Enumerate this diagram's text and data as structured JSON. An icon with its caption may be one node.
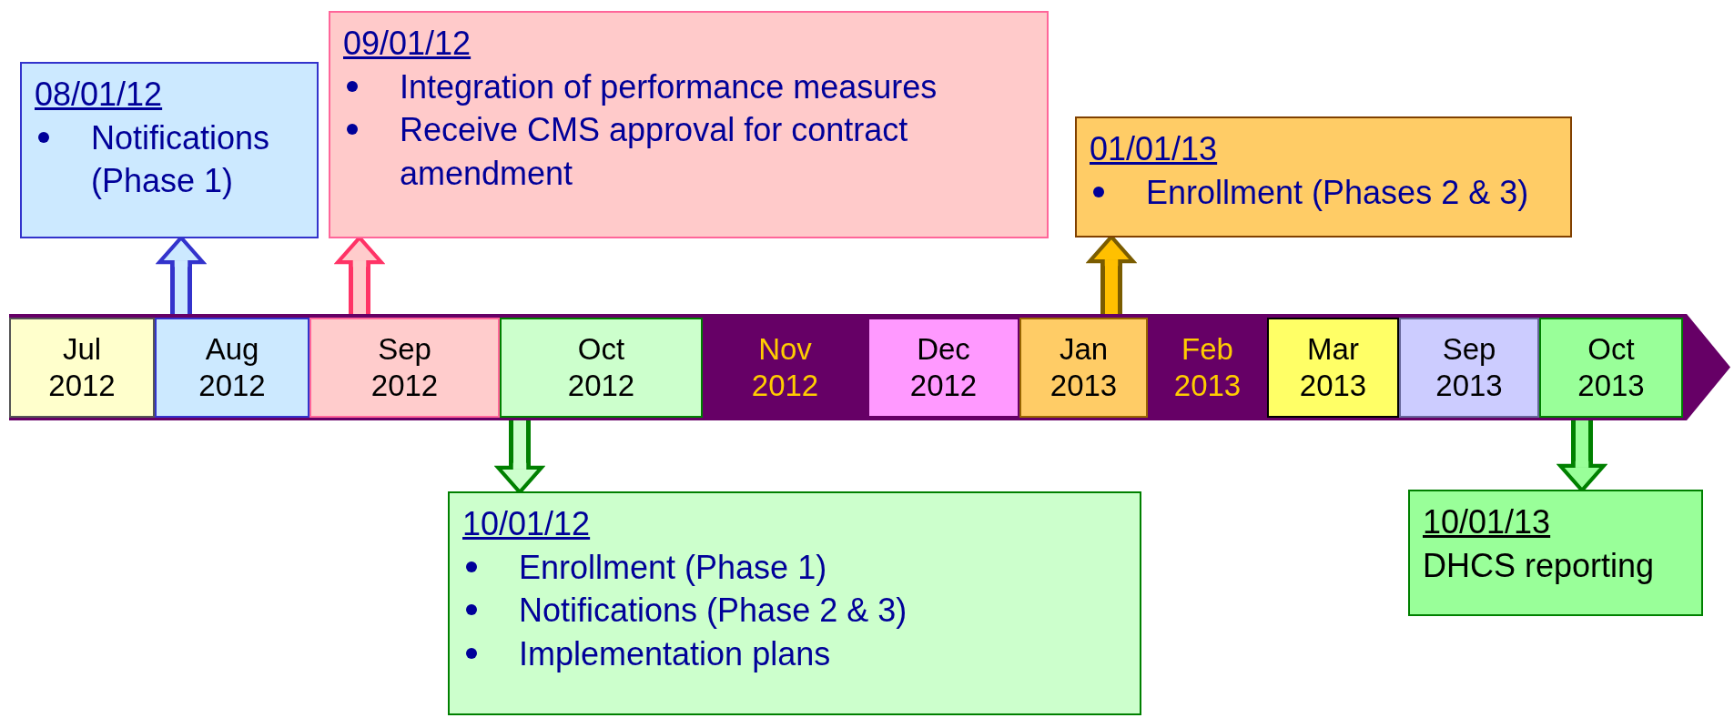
{
  "diagram": {
    "nodes": [
      {
        "text": [
          "08/01/12",
          "Notifications (Phase 1)"
        ]
      },
      {
        "text": [
          "09/01/12",
          "Integration of performance measures",
          "Receive CMS approval for contract amendment"
        ]
      },
      {
        "text": [
          "01/01/13",
          "Enrollment (Phases 2 & 3)"
        ]
      },
      {
        "text": [],
        "shape": "bar"
      },
      {
        "text": [
          "Jul 2012"
        ],
        "in": 3
      },
      {
        "text": [
          "Aug 2012"
        ],
        "in": 3
      },
      {
        "text": [
          "Sep 2012"
        ],
        "in": 3
      },
      {
        "text": [
          "Oct 2012"
        ],
        "in": 3
      },
      {
        "text": [
          "Nov 2012"
        ],
        "in": 3
      },
      {
        "text": [
          "Dec 2012"
        ],
        "in": 3
      },
      {
        "text": [
          "Jan 2013"
        ],
        "in": 3
      },
      {
        "text": [
          "Feb 2013"
        ],
        "in": 3
      },
      {
        "text": [
          "Mar 2013"
        ],
        "in": 3
      },
      {
        "text": [
          "Sep 2013"
        ],
        "in": 3
      },
      {
        "text": [
          "Oct 2013"
        ],
        "in": 3
      },
      {
        "text": [
          "10/01/12",
          "Enrollment (Phase 1)",
          "Notifications (Phase 2 & 3)",
          "Implementation plans"
        ]
      },
      {
        "text": [
          "10/01/13",
          "DHCS reporting"
        ]
      }
    ],
    "edges": [
      {
        "from": 5,
        "to": 0,
        "arrow": "to",
        "style": "thick",
        "color": "#3333cc"
      },
      {
        "from": 6,
        "to": 1,
        "arrow": "to",
        "style": "thick",
        "color": "#ff3366"
      },
      {
        "from": 10,
        "to": 2,
        "arrow": "to",
        "style": "thick",
        "color": "#7a5c00"
      },
      {
        "from": 7,
        "to": 15,
        "arrow": "to",
        "style": "thick",
        "color": "#008000"
      },
      {
        "from": 14,
        "to": 16,
        "arrow": "to",
        "style": "thick",
        "color": "#008000"
      }
    ]
  }
}
